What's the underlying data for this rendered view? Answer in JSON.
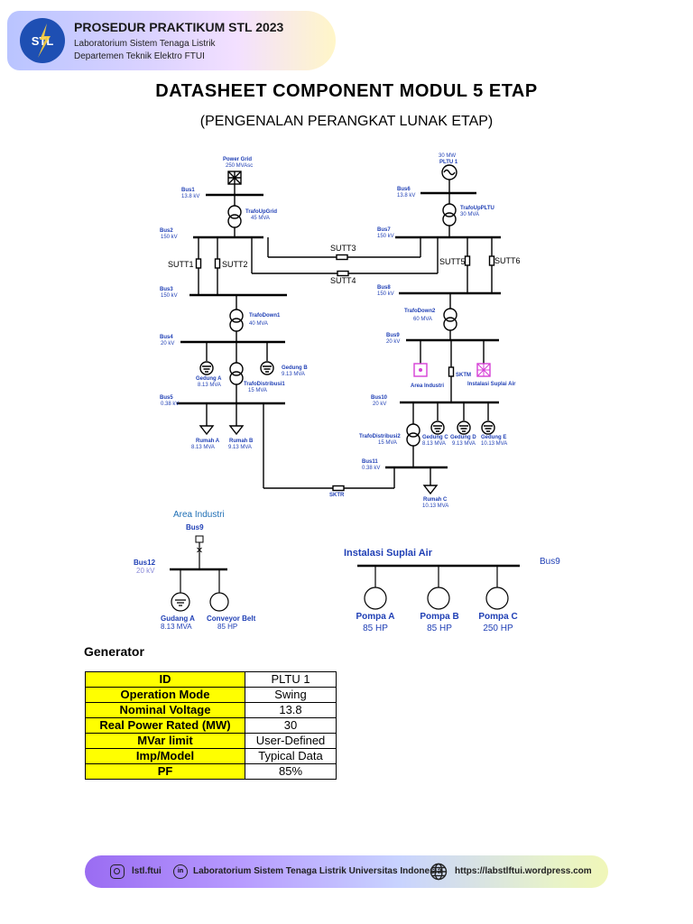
{
  "header": {
    "title": "PROSEDUR PRAKTIKUM STL 2023",
    "line1": "Laboratorium Sistem Tenaga Listrik",
    "line2": "Departemen Teknik Elektro FTUI",
    "logo_text": "STL"
  },
  "document": {
    "title": "DATASHEET COMPONENT MODUL 5 ETAP",
    "subtitle": "(PENGENALAN PERANGKAT LUNAK ETAP)"
  },
  "diagram": {
    "power_grid": {
      "name": "Power Grid",
      "rating": "250 MVAsc"
    },
    "pltu": {
      "rating": "30 MW",
      "name": "PLTU 1"
    },
    "bus1": {
      "name": "Bus1",
      "kv": "13.8 kV"
    },
    "bus6": {
      "name": "Bus6",
      "kv": "13.8 kV"
    },
    "trafo_up_grid": {
      "name": "TrafoUpGrid",
      "rating": "45 MVA"
    },
    "trafo_up_pltu": {
      "name": "TrafoUpPLTU",
      "rating": "30 MVA"
    },
    "bus2": {
      "name": "Bus2",
      "kv": "150 kV"
    },
    "bus7": {
      "name": "Bus7",
      "kv": "150 kV"
    },
    "sutt1": "SUTT1",
    "sutt2": "SUTT2",
    "sutt3": "SUTT3",
    "sutt4": "SUTT4",
    "sutt5": "SUTT5",
    "sutt6": "SUTT6",
    "bus3": {
      "name": "Bus3",
      "kv": "150 kV"
    },
    "bus8": {
      "name": "Bus8",
      "kv": "150 kV"
    },
    "trafo_down1": {
      "name": "TrafoDown1",
      "rating": "40 MVA"
    },
    "trafo_down2": {
      "name": "TrafoDown2",
      "rating": "60 MVA"
    },
    "bus4": {
      "name": "Bus4",
      "kv": "20 kV"
    },
    "bus9": {
      "name": "Bus9",
      "kv": "20 kV"
    },
    "gedung_a": {
      "name": "Gedung A",
      "rating": "8.13 MVA"
    },
    "gedung_b": {
      "name": "Gedung B",
      "rating": "9.13 MVA"
    },
    "trafo_dist1": {
      "name": "TrafoDistribusi1",
      "rating": "15 MVA"
    },
    "area_industri_block": "Area Industri",
    "sktm": "SKTM",
    "instalasi_block": "Instalasi Suplai Air",
    "bus5": {
      "name": "Bus5",
      "kv": "0.38 kV"
    },
    "bus10": {
      "name": "Bus10",
      "kv": "20 kV"
    },
    "rumah_a": {
      "name": "Rumah A",
      "rating": "8.13 MVA"
    },
    "rumah_b": {
      "name": "Rumah B",
      "rating": "9.13 MVA"
    },
    "trafo_dist2": {
      "name": "TrafoDistribusi2",
      "rating": "15 MVA"
    },
    "gedung_c": {
      "name": "Gedung C",
      "rating": "8.13 MVA"
    },
    "gedung_d": {
      "name": "Gedung D",
      "rating": "9.13 MVA"
    },
    "gedung_e": {
      "name": "Gedung E",
      "rating": "10.13 MVA"
    },
    "bus11": {
      "name": "Bus11",
      "kv": "0.38 kV"
    },
    "sktr": "SKTR",
    "rumah_c": {
      "name": "Rumah C",
      "rating": "10.13 MVA"
    }
  },
  "area_industri": {
    "title": "Area Industri",
    "bus9": "Bus9",
    "bus12": {
      "name": "Bus12",
      "kv": "20 kV"
    },
    "gudang_a": {
      "name": "Gudang A",
      "rating": "8.13 MVA"
    },
    "conveyor": {
      "name": "Conveyor Belt",
      "rating": "85 HP"
    }
  },
  "instalasi": {
    "title": "Instalasi Suplai Air",
    "bus9": "Bus9",
    "pumps": [
      {
        "name": "Pompa A",
        "rating": "85 HP"
      },
      {
        "name": "Pompa B",
        "rating": "85 HP"
      },
      {
        "name": "Pompa C",
        "rating": "250 HP"
      }
    ]
  },
  "generator": {
    "label": "Generator",
    "rows": [
      {
        "key": "ID",
        "value": "PLTU 1"
      },
      {
        "key": "Operation Mode",
        "value": "Swing"
      },
      {
        "key": "Nominal Voltage",
        "value": "13.8"
      },
      {
        "key": "Real Power Rated (MW)",
        "value": "30"
      },
      {
        "key": "MVar limit",
        "value": "User-Defined"
      },
      {
        "key": "Imp/Model",
        "value": "Typical Data"
      },
      {
        "key": "PF",
        "value": "85%"
      }
    ]
  },
  "footer": {
    "instagram": "lstl.ftui",
    "lab": "Laboratorium Sistem Tenaga Listrik Universitas Indonesia",
    "website": "https://labstlftui.wordpress.com"
  },
  "colors": {
    "bus_label": "#1f3fb5",
    "accent_magenta": "#d63fd6",
    "table_key_bg": "#ffff00"
  }
}
